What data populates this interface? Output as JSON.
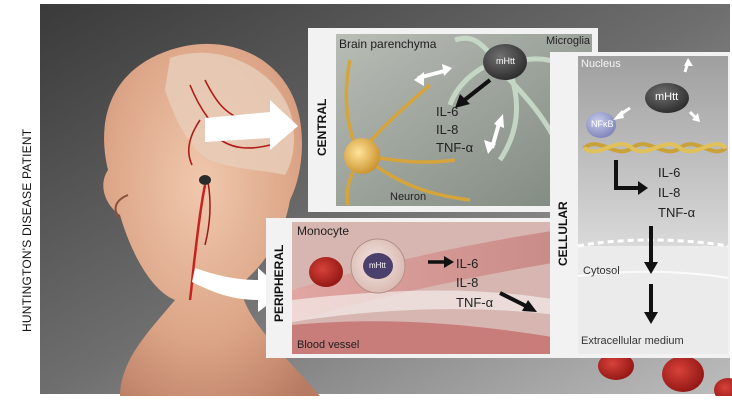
{
  "patient_label": "HUNTINGTON'S DISEASE PATIENT",
  "central": {
    "side_label": "CENTRAL",
    "region": "Brain parenchyma",
    "cell_top": "Microglia",
    "cell_bottom": "Neuron",
    "protein": "mHtt",
    "cytokines": [
      "IL-6",
      "IL-8",
      "TNF-α"
    ]
  },
  "peripheral": {
    "side_label": "PERIPHERAL",
    "cell": "Monocyte",
    "vessel": "Blood vessel",
    "protein": "mHtt",
    "cytokines": [
      "IL-6",
      "IL-8",
      "TNF-α"
    ]
  },
  "cellular": {
    "side_label": "CELLULAR",
    "nucleus": "Nucleus",
    "protein": "mHtt",
    "factor": "NFκB",
    "cytokines": [
      "IL-6",
      "IL-8",
      "TNF-α"
    ],
    "cytosol": "Cytosol",
    "extracellular": "Extracellular medium"
  },
  "colors": {
    "background": "#ffffff",
    "panel_border": "#f2f2f2",
    "skin": "#e7b79c",
    "brain": "#e9d2bf",
    "vessel_red": "#c62320",
    "neuron_gold": "#d6a43c",
    "microglia_green": "#a9c2ad",
    "blood_cell": "#b3221d"
  }
}
